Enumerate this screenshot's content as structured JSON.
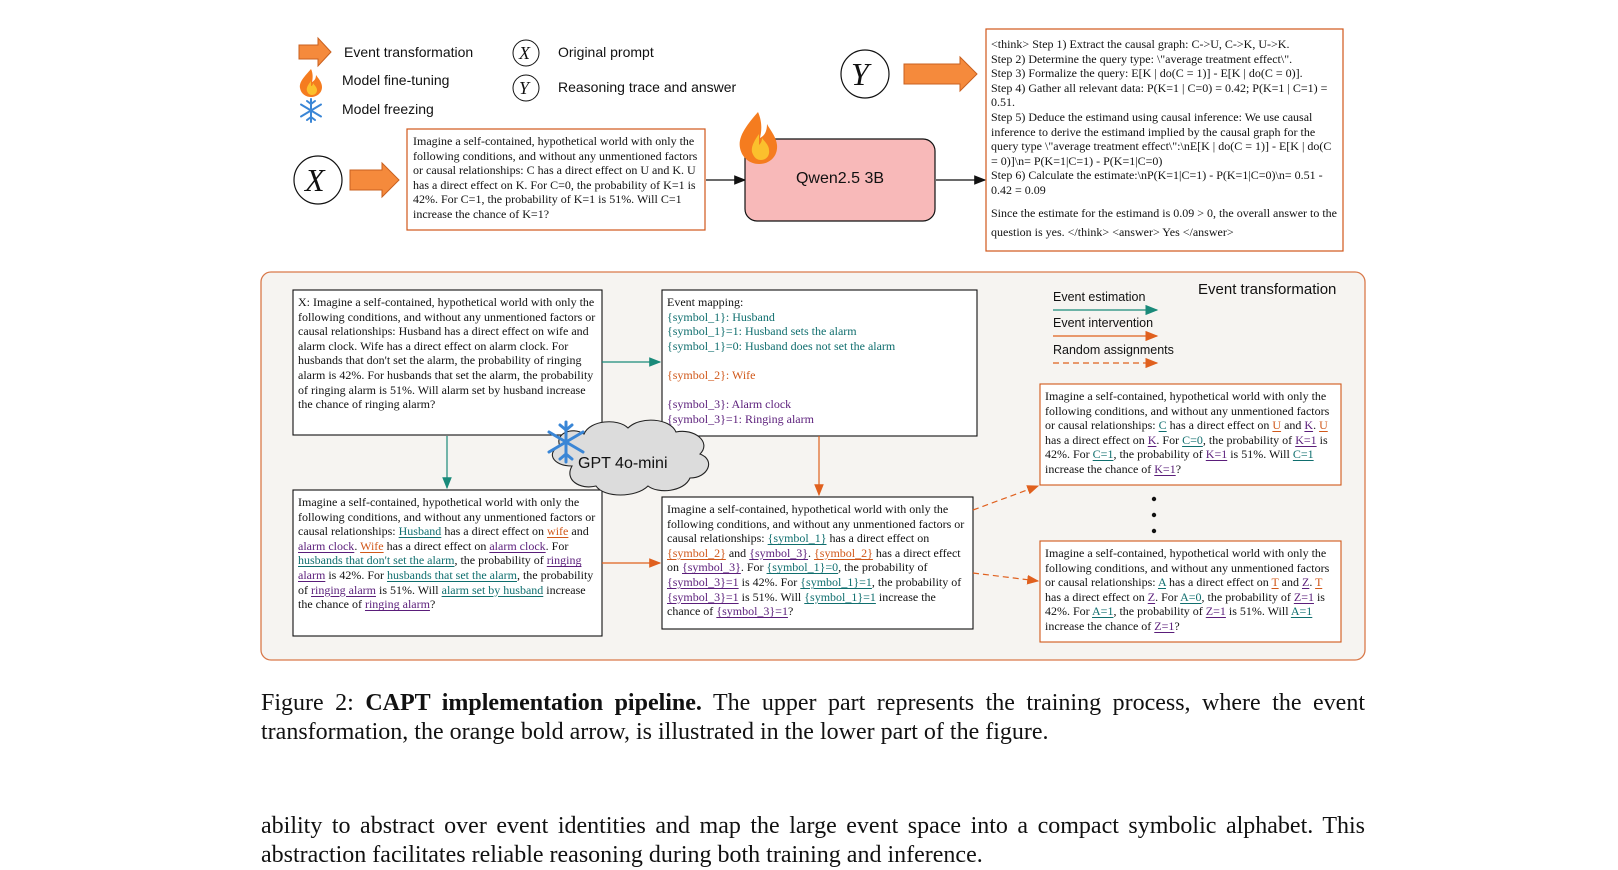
{
  "legend": {
    "event_transformation": "Event transformation",
    "model_fine_tuning": "Model fine-tuning",
    "model_freezing": "Model freezing",
    "original_prompt": "Original prompt",
    "reasoning_trace": "Reasoning trace and answer",
    "x_symbol": "X",
    "y_symbol": "Y"
  },
  "top": {
    "x_symbol": "X",
    "y_symbol": "Y",
    "prompt": "Imagine a self-contained, hypothetical world with only the following conditions, and without any unmentioned factors or causal relationships: C has a direct effect on U and K. U has a direct effect on K. For C=0, the probability of K=1 is 42%. For C=1, the probability of K=1 is 51%. Will C=1 increase the chance of K=1?",
    "model": "Qwen2.5 3B",
    "trace": {
      "l1": "<think> Step 1) Extract the causal graph: C->U, C->K, U->K.",
      "l2": "Step 2) Determine the query type: \\\"average treatment effect\\\".",
      "l3": "Step 3) Formalize the query: E[K | do(C = 1)] - E[K | do(C = 0)].",
      "l4": "Step 4) Gather all relevant data: P(K=1 | C=0) = 0.42; P(K=1 | C=1) = 0.51.",
      "l5": "Step 5) Deduce the estimand using causal inference: We use causal inference to derive the estimand implied by the causal graph for the query type \\\"average treatment effect\\\":\\nE[K | do(C = 1)] - E[K | do(C = 0)]\\n= P(K=1|C=1) - P(K=1|C=0)",
      "l6": "Step 6) Calculate the estimate:\\nP(K=1|C=1) - P(K=1|C=0)\\n= 0.51 - 0.42 = 0.09",
      "l7": "Since the estimate for the estimand is 0.09 > 0, the overall answer to the question is yes. </think> <answer> Yes </answer>"
    }
  },
  "bottom": {
    "title": "Event transformation",
    "legend_estimation": "Event estimation",
    "legend_intervention": "Event intervention",
    "legend_random": "Random assignments",
    "gpt": "GPT 4o-mini",
    "original_question": "X: Imagine a self-contained, hypothetical world with only the following conditions, and without any unmentioned factors or causal relationships: Husband has a direct effect on wife and alarm clock. Wife has a direct effect on alarm clock. For husbands that don't set the alarm, the probability of ringing alarm is 42%. For husbands that set the alarm, the probability of ringing alarm is 51%. Will alarm set by husband increase the chance of ringing alarm?",
    "mapping": {
      "header": "Event mapping:",
      "s1": "{symbol_1}: Husband",
      "s1_1": "{symbol_1}=1: Husband sets the alarm",
      "s1_0": "{symbol_1}=0: Husband does not  set the alarm",
      "s2": "{symbol_2}: Wife",
      "s3": "{symbol_3}: Alarm clock",
      "s3_1": "{symbol_3}=1: Ringing alarm"
    },
    "tagged": {
      "t1": "Imagine a self-contained, hypothetical world with only the following conditions, and without any unmentioned factors or causal relationships: ",
      "husband": "Husband",
      "t2": " has a direct effect on ",
      "wife": "wife",
      "t3": " and ",
      "alarm_clock": "alarm clock",
      "t4": ". ",
      "wife2": "Wife",
      "t5": " has a direct effect on ",
      "alarm_clock2": "alarm clock",
      "t6": ". For ",
      "not_set": "husbands that don't set the alarm",
      "t7": ", the probability of ",
      "ringing": "ringing alarm",
      "t8": " is 42%. For ",
      "set": "husbands that set the alarm",
      "t9": ", the probability of ",
      "ringing2": "ringing alarm",
      "t10": " is 51%. Will ",
      "alarm_set": "alarm set by husband",
      "t11": " increase the chance of ",
      "ringing3": "ringing alarm",
      "t12": "?"
    },
    "symbolic": {
      "t1": "Imagine a self-contained, hypothetical world with only the following conditions, and without any unmentioned factors or causal relationships: ",
      "s1": "{symbol_1}",
      "t2": " has a direct effect on ",
      "s2": "{symbol_2}",
      "t3": " and ",
      "s3": "{symbol_3}",
      "t4": ". ",
      "s2b": "{symbol_2}",
      "t5": " has a direct effect on ",
      "s3b": "{symbol_3}",
      "t6": ". For ",
      "s1_0": "{symbol_1}=0",
      "t7": ", the probability of ",
      "s3_1": "{symbol_3}=1",
      "t8": " is 42%. For ",
      "s1_1": "{symbol_1}=1",
      "t9": ", the probability of ",
      "s3_1b": "{symbol_3}=1",
      "t10": " is 51%. Will ",
      "s1_1b": "{symbol_1}=1",
      "t11": " increase the chance of ",
      "s3_1c": "{symbol_3}=1",
      "t12": "?"
    },
    "out1": {
      "t1": "Imagine a self-contained, hypothetical world with only the following conditions, and without any unmentioned factors or causal relationships: ",
      "a": "C",
      "t2": " has a direct effect on ",
      "b": "U",
      "t3": " and ",
      "c": "K",
      "t4": ". ",
      "b2": "U",
      "t5": " has a direct effect on ",
      "c2": "K",
      "t6": ". For ",
      "a0": "C=0",
      "t7": ", the probability of ",
      "c1": "K=1",
      "t8": " is 42%. For ",
      "a1": "C=1",
      "t9": ", the probability of ",
      "c1b": "K=1",
      "t10": " is 51%. Will ",
      "a1b": "C=1",
      "t11": " increase the chance of ",
      "c1c": "K=1",
      "t12": "?"
    },
    "out2": {
      "t1": "Imagine a self-contained, hypothetical world with only the following conditions, and without any unmentioned factors or causal relationships: ",
      "a": "A",
      "t2": " has a direct effect on ",
      "b": "T",
      "t3": " and ",
      "c": "Z",
      "t4": ". ",
      "b2": "T",
      "t5": " has a direct effect on ",
      "c2": "Z",
      "t6": ". For ",
      "a0": "A=0",
      "t7": ", the probability of ",
      "c1": "Z=1",
      "t8": " is 42%. For ",
      "a1": "A=1",
      "t9": ", the probability of ",
      "c1b": "Z=1",
      "t10": " is 51%. Will ",
      "a1b": "A=1",
      "t11": " increase the chance of ",
      "c1c": "Z=1",
      "t12": "?"
    }
  },
  "caption": {
    "prefix": "Figure 2: ",
    "bold": "CAPT implementation pipeline.",
    "rest": " The upper part represents the training process, where the event transformation, the orange bold arrow, is illustrated in the lower part of the figure."
  },
  "body": {
    "text": "ability to abstract over event identities and map the large event space into a compact symbolic alphabet. This abstraction facilitates reliable reasoning during both training and inference."
  },
  "colors": {
    "orange_arrow": "#f58a3c",
    "model_pink": "#f8b9b9",
    "panel_bg": "#f6f4f1",
    "panel_border": "#d9794a",
    "teal": "#1a8a7a",
    "orange_line": "#e0601e",
    "purple": "#5a1d7a"
  }
}
